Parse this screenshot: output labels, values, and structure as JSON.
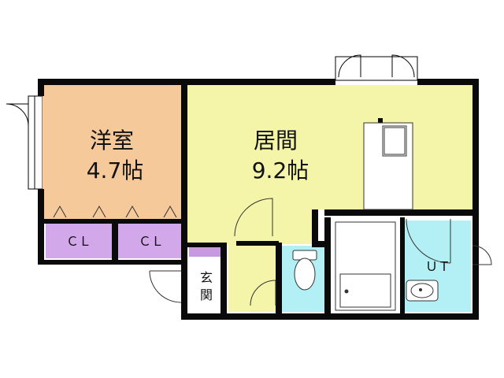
{
  "rooms": {
    "western_room": {
      "name": "洋室",
      "size": "4.7帖"
    },
    "living_room": {
      "name": "居間",
      "size": "9.2帖"
    },
    "closet_left": {
      "name": "ＣＬ"
    },
    "closet_right": {
      "name": "ＣＬ"
    },
    "entrance": {
      "name_line1": "玄",
      "name_line2": "関"
    },
    "utility": {
      "name": "ＵＴ"
    }
  },
  "colors": {
    "western_room": "#f6c99b",
    "living_room": "#f4f5a8",
    "closet": "#d3a8ea",
    "entrance_purple": "#c79ae0",
    "toilet": "#b2f0f5",
    "utility": "#b2f0f5",
    "wall": "#0a0a0a",
    "fixture": "#ffffff"
  }
}
